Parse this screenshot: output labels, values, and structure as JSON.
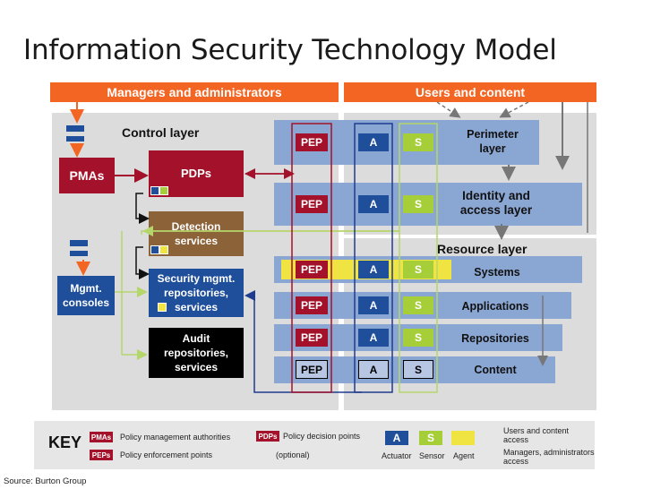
{
  "title": "Information Security Technology Model",
  "banners": {
    "managers": "Managers and administrators",
    "users": "Users and content"
  },
  "control": {
    "label": "Control layer",
    "pmas": "PMAs",
    "pdps": "PDPs",
    "detection": "Detection services",
    "security_mgmt": "Security mgmt. repositories, services",
    "audit": "Audit repositories, services",
    "mgmt_consoles": "Mgmt. consoles"
  },
  "chips": {
    "pep": "PEP",
    "a": "A",
    "s": "S"
  },
  "layers": {
    "perimeter": "Perimeter layer",
    "identity": "Identity and access layer",
    "resource_title": "Resource layer",
    "systems": "Systems",
    "applications": "Applications",
    "repositories": "Repositories",
    "content": "Content"
  },
  "key": {
    "title": "KEY",
    "pmas_chip": "PMAs",
    "pmas_text": "Policy management authorities",
    "peps_chip": "PEPs",
    "peps_text": "Policy enforcement points",
    "pdps_chip": "PDPs",
    "pdps_text": "Policy decision points",
    "optional": "(optional)",
    "a_chip": "A",
    "s_chip": "S",
    "actuator": "Actuator",
    "sensor": "Sensor",
    "agent": "Agent",
    "users_content": "Users and content access",
    "managers_access": "Managers, administrators access"
  },
  "source": "Source: Burton Group",
  "colors": {
    "orange": "#f26522",
    "maroon": "#a3122a",
    "blue": "#1f4e9b",
    "brown": "#8c6239",
    "light_blue": "#8aa6d3",
    "light_green": "#a6ce39",
    "yellow": "#f0e442",
    "panel": "#dcdcdc"
  }
}
